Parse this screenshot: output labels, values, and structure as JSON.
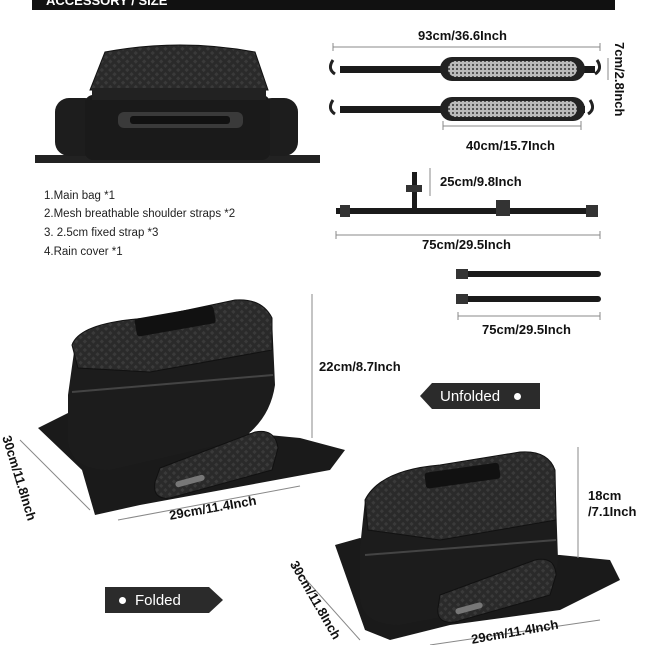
{
  "header": {
    "title": "ACCESSORY / SIZE"
  },
  "accessories": [
    "1.Main bag *1",
    "2.Mesh breathable shoulder straps *2",
    "3. 2.5cm fixed strap *3",
    "4.Rain cover *1"
  ],
  "dimensions": {
    "strap_total": "93cm/36.6Inch",
    "strap_pad": "40cm/15.7Inch",
    "strap_height": "7cm/2.8Inch",
    "fixed_short": "25cm/9.8Inch",
    "fixed_long": "75cm/29.5Inch",
    "pair_length": "75cm/29.5Inch",
    "unfolded_height": "22cm/8.7Inch",
    "unfolded_depth": "30cm/11.8Inch",
    "unfolded_width": "29cm/11.4Inch",
    "folded_height_a": "18cm",
    "folded_height_b": "/7.1Inch",
    "folded_depth": "30cm/11.8Inch",
    "folded_width": "29cm/11.4Inch"
  },
  "tags": {
    "unfolded": "Unfolded",
    "folded": "Folded"
  },
  "colors": {
    "bag": "#1c1c1c",
    "carbon": "#2e2e2e",
    "tag": "#2b2b2b",
    "line": "#888888"
  }
}
